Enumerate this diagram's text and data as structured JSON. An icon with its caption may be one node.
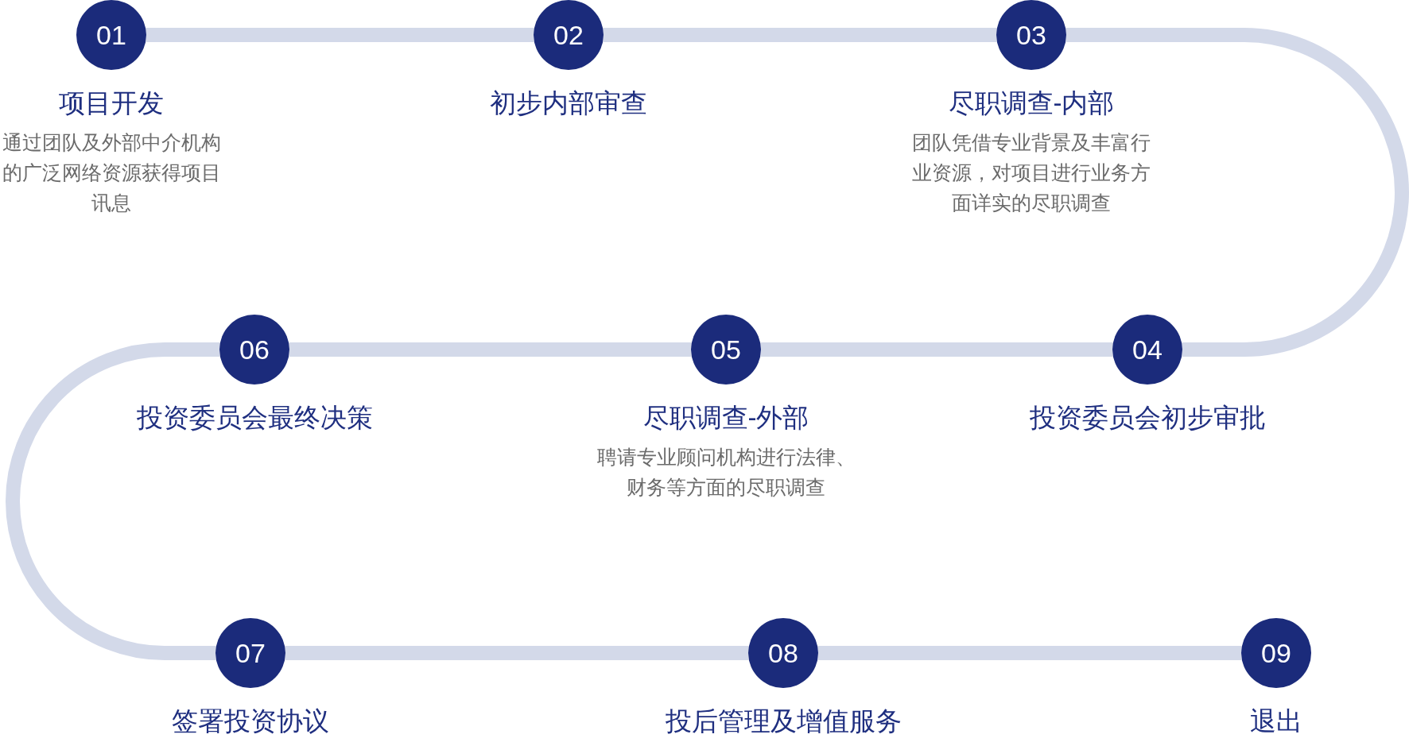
{
  "diagram": {
    "nodes": [
      {
        "text": [
          "01",
          "项目开发",
          "通过团队及外部中介机构的广泛网络资源获得项目讯息"
        ]
      },
      {
        "text": [
          "02",
          "初步内部审查"
        ]
      },
      {
        "text": [
          "03",
          "尽职调查-内部",
          "团队凭借专业背景及丰富行业资源，对项目进行业务方面详实的尽职调查"
        ]
      },
      {
        "text": [
          "04",
          "投资委员会初步审批"
        ]
      },
      {
        "text": [
          "05",
          "尽职调查-外部",
          "聘请专业顾问机构进行法律、财务等方面的尽职调查"
        ]
      },
      {
        "text": [
          "06",
          "投资委员会最终决策"
        ]
      },
      {
        "text": [
          "07",
          "签署投资协议"
        ]
      },
      {
        "text": [
          "08",
          "投后管理及增值服务"
        ]
      },
      {
        "text": [
          "09",
          "退出"
        ]
      }
    ],
    "edges": [
      {
        "from": 0,
        "to": 1,
        "arrow": "none"
      },
      {
        "from": 1,
        "to": 2,
        "arrow": "none"
      },
      {
        "from": 2,
        "to": 3,
        "arrow": "none"
      },
      {
        "from": 3,
        "to": 4,
        "arrow": "none"
      },
      {
        "from": 4,
        "to": 5,
        "arrow": "none"
      },
      {
        "from": 5,
        "to": 6,
        "arrow": "none"
      },
      {
        "from": 6,
        "to": 7,
        "arrow": "none"
      },
      {
        "from": 7,
        "to": 8,
        "arrow": "none"
      }
    ]
  }
}
